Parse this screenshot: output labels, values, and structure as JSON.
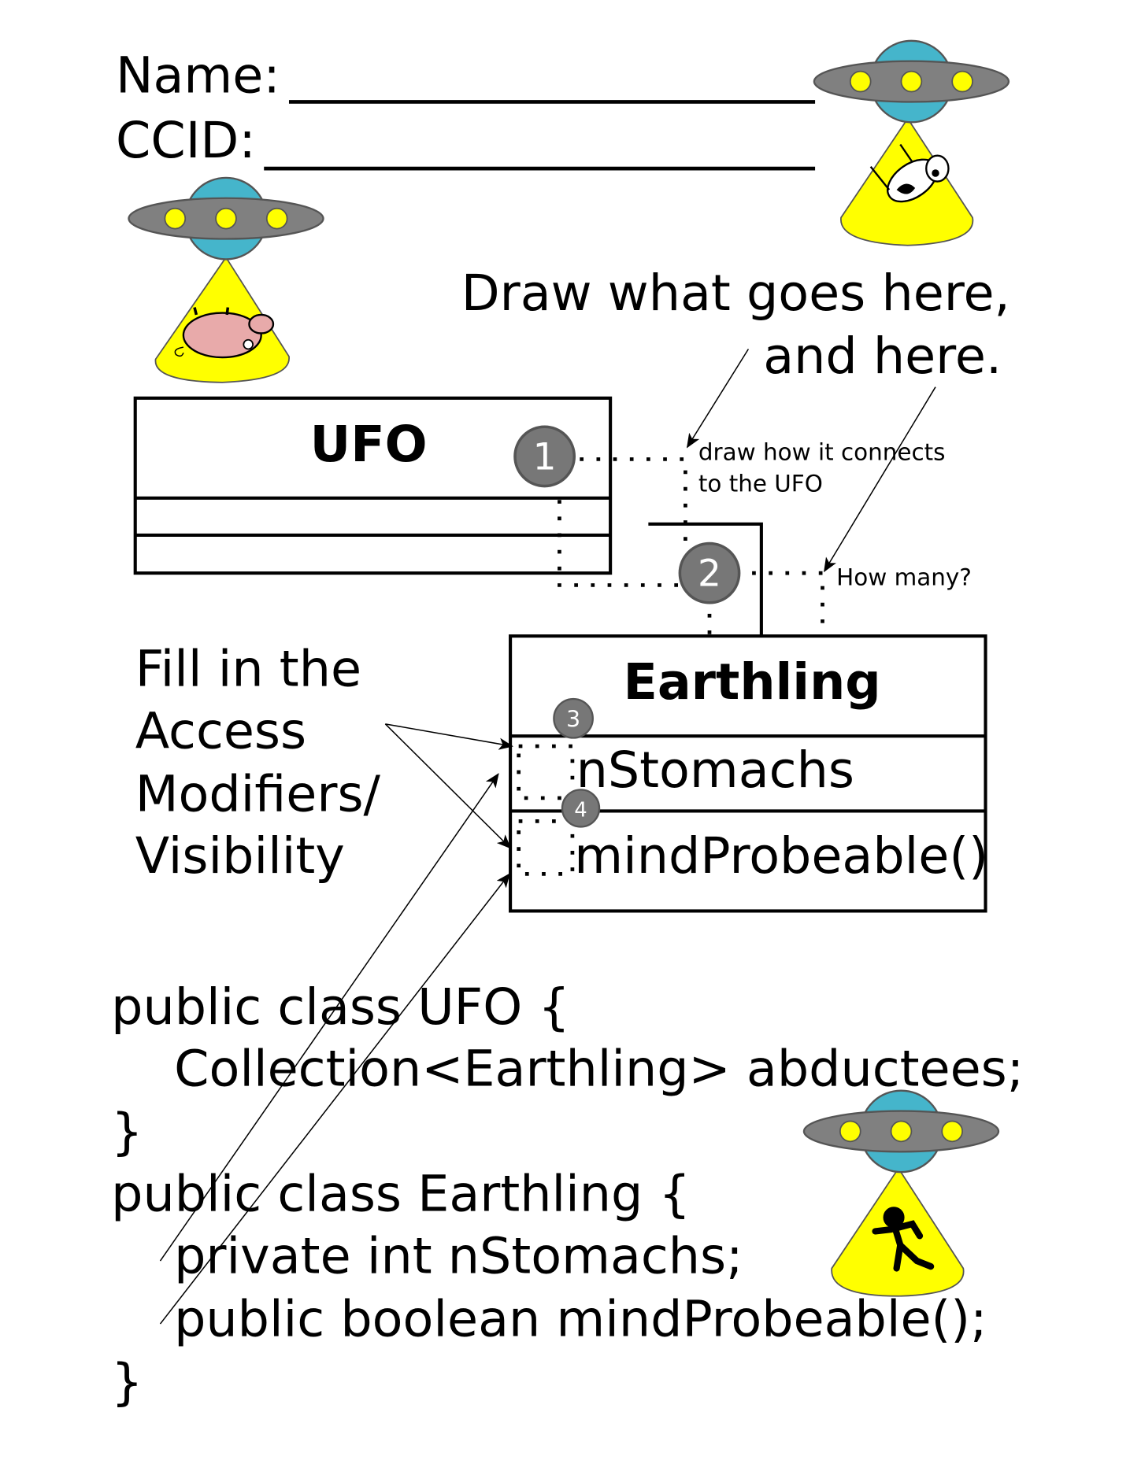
{
  "header": {
    "name_label": "Name:",
    "ccid_label": "CCID:"
  },
  "instructions": {
    "draw_line1": "Draw what goes here,",
    "draw_line2": "and here.",
    "connect_line1": "draw how it connects",
    "connect_line2": "to the UFO",
    "how_many": "How many?",
    "fill_lines": [
      "Fill in the",
      "Access",
      "Modifiers/",
      "Visibility"
    ]
  },
  "uml": {
    "ufo_class": {
      "name": "UFO"
    },
    "earthling_class": {
      "name": "Earthling",
      "attribute": "nStomachs",
      "method": "mindProbeable()"
    },
    "markers": [
      "1",
      "2",
      "3",
      "4"
    ]
  },
  "code": {
    "lines": [
      "public class UFO {",
      "Collection<Earthling> abductees;",
      "}",
      "public class Earthling {",
      "private int nStomachs;",
      "public boolean mindProbeable();",
      "}"
    ]
  },
  "colors": {
    "saucer": "#808080",
    "dome": "#45b5cb",
    "light": "#ffff00",
    "beam": "#ffff00",
    "marker": "#777777",
    "pig": "#e8aaaa"
  }
}
